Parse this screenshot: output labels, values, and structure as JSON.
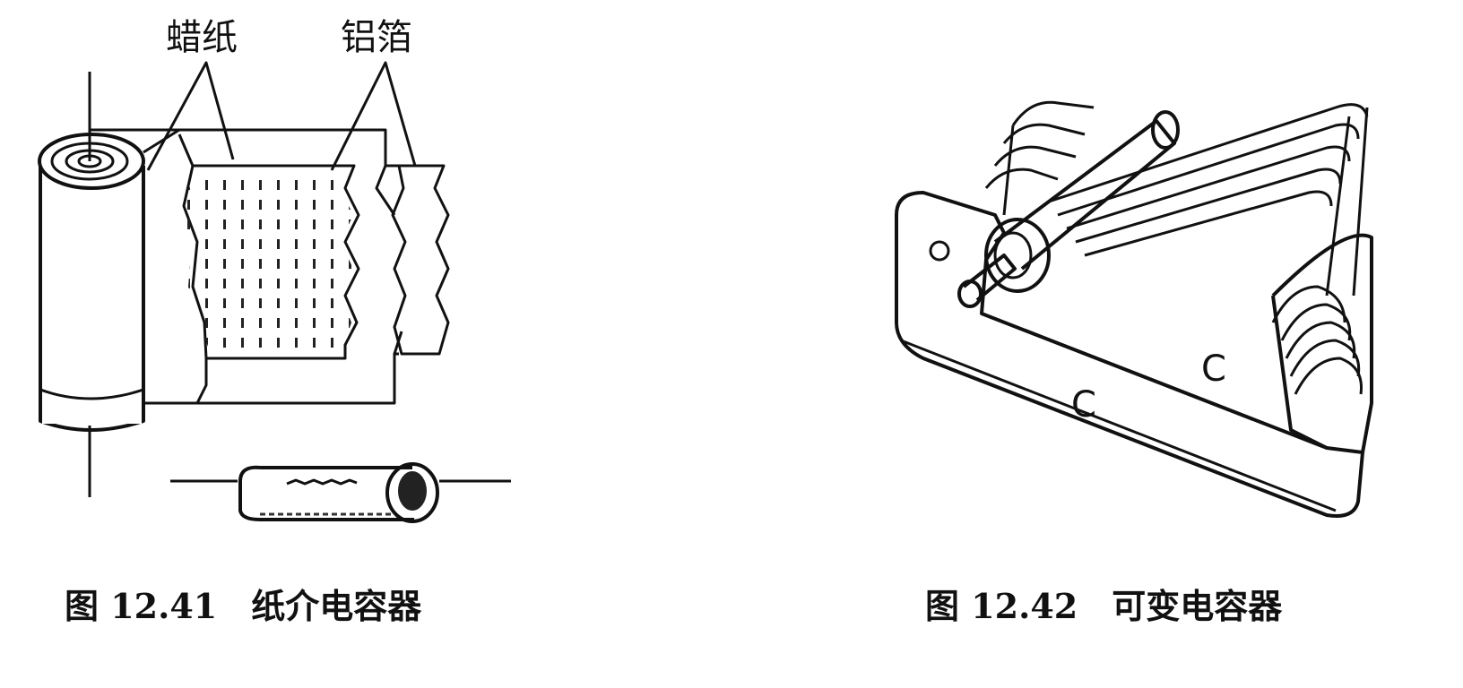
{
  "figure_left": {
    "label_wax_paper": "蜡纸",
    "label_aluminum_foil": "铝箔",
    "caption": "图 12.41　纸介电容器"
  },
  "figure_right": {
    "mark_c_left": "C",
    "mark_c_right": "C",
    "caption": "图 12.42　可变电容器"
  },
  "colors": {
    "ink": "#111111",
    "background": "#ffffff"
  }
}
